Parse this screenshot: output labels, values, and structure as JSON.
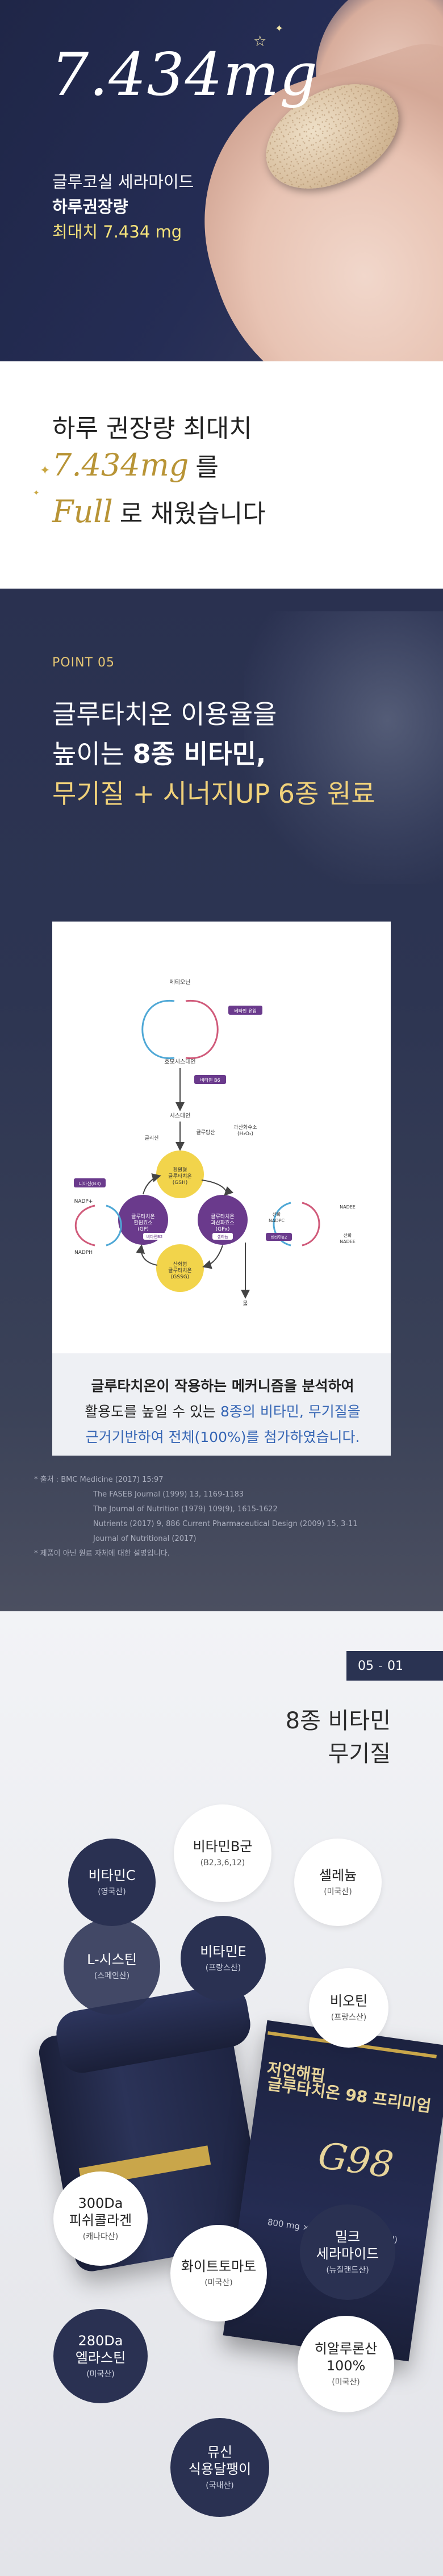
{
  "hero": {
    "big_number": "7.434mg",
    "line1": "글루코실 세라마이드",
    "line2": "하루권장량",
    "line3": "최대치 7.434 mg"
  },
  "headline": {
    "line1": "하루 권장량 최대치",
    "script_amount": "7.434mg",
    "line2_rest": "를",
    "script_full": "Full",
    "line3_rest": "로 채웠습니다"
  },
  "point": {
    "label": "POINT 05",
    "line1": "글루타치온 이용율을",
    "line2_a": "높이는 ",
    "line2_b": "8종 비타민,",
    "line3": "무기질 + 시너지UP 6종 원료"
  },
  "diagram": {
    "labels": {
      "top1": "메티오닌",
      "top_side": "베타인 유입",
      "top2": "호모시스테인",
      "top_v": "비타민 B6",
      "mid": "시스테인",
      "glu": "글리신",
      "glut": "글루탐산",
      "gsh": "환원형\n글루타치온\n(GSH)",
      "gp": "글루타치온\n환원효소\n(GP)",
      "gpx": "글루타치온\n과산화효소\n(GPx)",
      "gssg": "산화형\n글루타치온\n(GSSG)",
      "nadp": "NADP+",
      "nadph": "NADPH",
      "h2o2": "과산화수소\n(H₂O₂)",
      "water": "물",
      "left_top": "니아신(B3)",
      "right_a": "산화\nNADPC",
      "right_b": "NADEE",
      "right_c": "산화\nNADEE",
      "b2": "비타민B2",
      "se": "셀레늄",
      "vit_b": "비타민B2"
    },
    "caption_a": "글루타치온이 작용하는 메커니즘을 분석하여",
    "caption_b": "활용도를 높일 수 있는 ",
    "caption_c": "8종의 비타민, 무기질을",
    "caption_d": "근거기반하여 전체(100%)를 첨가하였습니다."
  },
  "sources": {
    "l1": "* 출처 : BMC Medicine (2017) 15:97",
    "l2": "The FASEB Journal (1999) 13, 1169-1183",
    "l3": "The Journal of Nutrition (1979) 109(9), 1615-1622",
    "l4": "Nutrients (2017) 9, 886          Current Pharmaceutical Design (2009) 15, 3-11",
    "l5": "Journal of Nutritional (2017)",
    "l6": "* 제품이 아닌 원료 자체에 대한 설명입니다."
  },
  "vitamins": {
    "tag_a": "05",
    "tag_b": "01",
    "title_a": "8종 비타민",
    "title_b": "무기질",
    "jar_name": "L-시스틴",
    "jar_sub": "(스페인산)",
    "box_line1": "저언해핍",
    "box_line2": "글루타치온 98 프리미엄",
    "box_brand": "G98",
    "box_sub": "800 mg × 30정 (24 g / 95 kcal)",
    "bubbles": [
      {
        "name": "비타민B군",
        "sub": "(B2,3,6,12)"
      },
      {
        "name": "비타민C",
        "sub": "(영국산)"
      },
      {
        "name": "셀레늄",
        "sub": "(미국산)"
      },
      {
        "name": "비타민E",
        "sub": "(프랑스산)"
      },
      {
        "name": "비오틴",
        "sub": "(프랑스산)"
      },
      {
        "name": "300Da\n피쉬콜라겐",
        "sub": "(캐나다산)"
      },
      {
        "name": "밀크\n세라마이드",
        "sub": "(뉴질랜드산)"
      },
      {
        "name": "화이트토마토",
        "sub": "(미국산)"
      },
      {
        "name": "280Da\n엘라스틴",
        "sub": "(미국산)"
      },
      {
        "name": "히알루론산\n100%",
        "sub": "(미국산)"
      },
      {
        "name": "뮤신\n식용달팽이",
        "sub": "(국내산)"
      }
    ]
  }
}
